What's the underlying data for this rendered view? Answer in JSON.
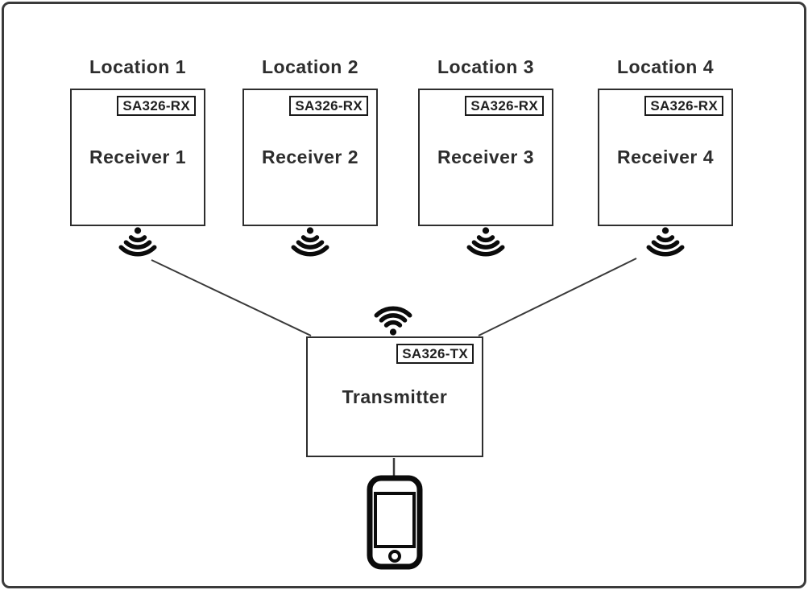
{
  "diagram": {
    "receivers": [
      {
        "location_label": "Location 1",
        "model_badge": "SA326-RX",
        "device_label": "Receiver 1"
      },
      {
        "location_label": "Location 2",
        "model_badge": "SA326-RX",
        "device_label": "Receiver 2"
      },
      {
        "location_label": "Location 3",
        "model_badge": "SA326-RX",
        "device_label": "Receiver 3"
      },
      {
        "location_label": "Location 4",
        "model_badge": "SA326-RX",
        "device_label": "Receiver 4"
      }
    ],
    "transmitter": {
      "model_badge": "SA326-TX",
      "device_label": "Transmitter"
    },
    "icons": {
      "receiver_signal": "wifi-signal-icon",
      "transmitter_signal": "wifi-signal-icon",
      "source_device": "smartphone-icon"
    },
    "colors": {
      "box_stroke": "#2e2e2e",
      "frame_stroke": "#3a3a3a",
      "connector_line": "#3a3a3a",
      "icon_fill": "#0b0b0b",
      "text": "#2d2d2d",
      "background": "#ffffff"
    }
  }
}
